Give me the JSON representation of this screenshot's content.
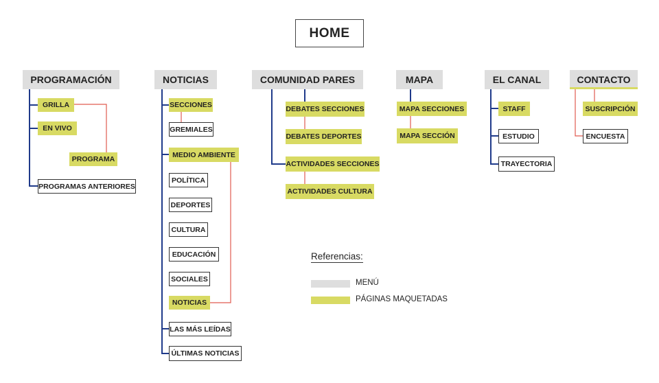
{
  "home": "HOME",
  "menus": {
    "programacion": "PROGRAMACIÓN",
    "noticias": "NOTICIAS",
    "comunidad": "COMUNIDAD PARES",
    "mapa": "MAPA",
    "canal": "EL CANAL",
    "contacto": "CONTACTO"
  },
  "programacion": {
    "grilla": "GRILLA",
    "en_vivo": "EN VIVO",
    "programa": "PROGRAMA",
    "anteriores": "PROGRAMAS ANTERIORES"
  },
  "noticias": {
    "secciones": "SECCIONES",
    "gremiales": "GREMIALES",
    "medio_ambiente": "MEDIO AMBIENTE",
    "politica": "POLÍTICA",
    "deportes": "DEPORTES",
    "cultura": "CULTURA",
    "educacion": "EDUCACIÓN",
    "sociales": "SOCIALES",
    "noticias": "NOTICIAS",
    "mas_leidas": "LAS MÁS LEÍDAS",
    "ultimas": "ÚLTIMAS NOTICIAS"
  },
  "comunidad": {
    "debates_secciones": "DEBATES SECCIONES",
    "debates_deportes": "DEBATES DEPORTES",
    "actividades_secciones": "ACTIVIDADES SECCIONES",
    "actividades_cultura": "ACTIVIDADES CULTURA"
  },
  "mapa": {
    "secciones": "MAPA SECCIONES",
    "seccion": "MAPA SECCIÓN"
  },
  "canal": {
    "staff": "STAFF",
    "estudio": "ESTUDIO",
    "trayectoria": "TRAYECTORIA"
  },
  "contacto": {
    "suscripcion": "SUSCRIPCIÓN",
    "encuesta": "ENCUESTA"
  },
  "legend": {
    "title": "Referencias:",
    "menu": "MENÚ",
    "pages": "PÁGINAS MAQUETADAS",
    "menu_color": "#dedede",
    "pages_color": "#d8da63"
  },
  "colors": {
    "blue_connector": "#1f3a8a",
    "red_connector": "#e05a4f"
  }
}
